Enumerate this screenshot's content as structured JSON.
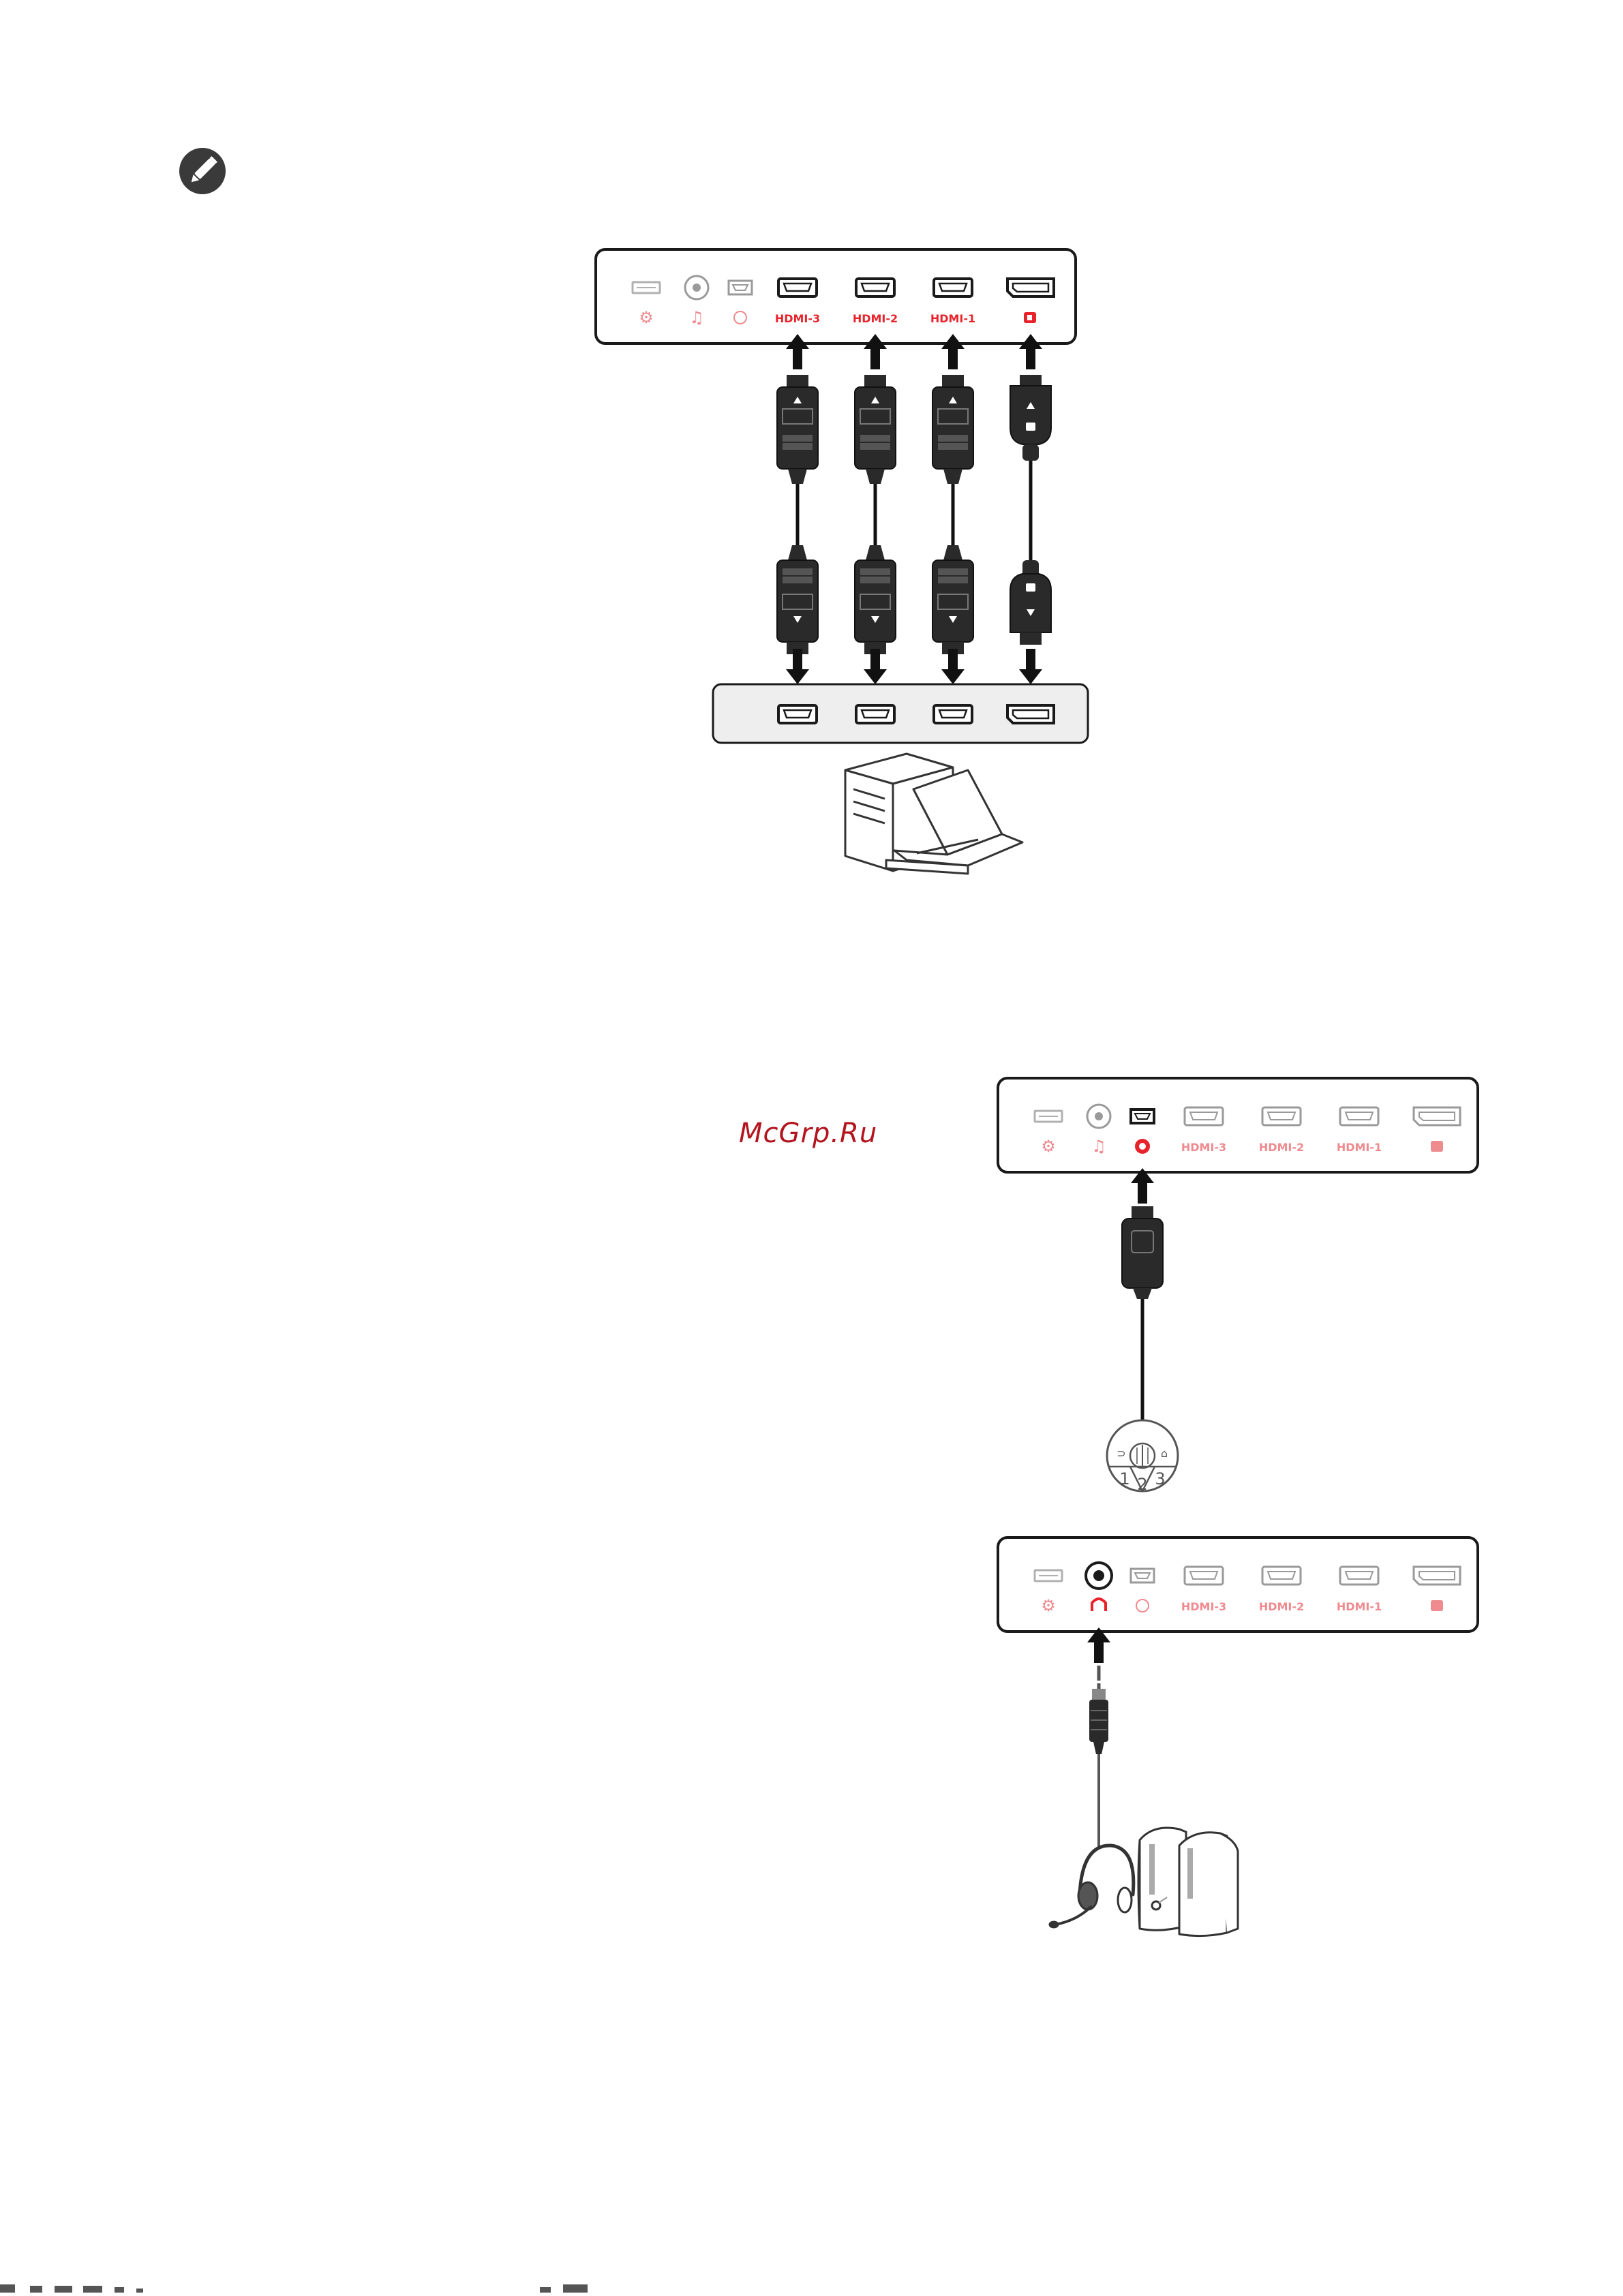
{
  "note_icon": "pencil-note-icon",
  "watermark": "McGrp.Ru",
  "colors": {
    "port_label_red": "#e8232b",
    "port_label_faint": "#ef8a8f",
    "cable_dark": "#2a2a2a",
    "panel_border": "#1a1a1a",
    "source_panel_fill": "#eeeeee"
  },
  "figure1": {
    "port_labels": [
      "HDMI-3",
      "HDMI-2",
      "HDMI-1"
    ]
  },
  "figure2": {
    "port_labels": [
      "HDMI-3",
      "HDMI-2",
      "HDMI-1"
    ],
    "puck_numbers": [
      "1",
      "2",
      "3"
    ]
  },
  "figure3": {
    "port_labels": [
      "HDMI-3",
      "HDMI-2",
      "HDMI-1"
    ]
  }
}
